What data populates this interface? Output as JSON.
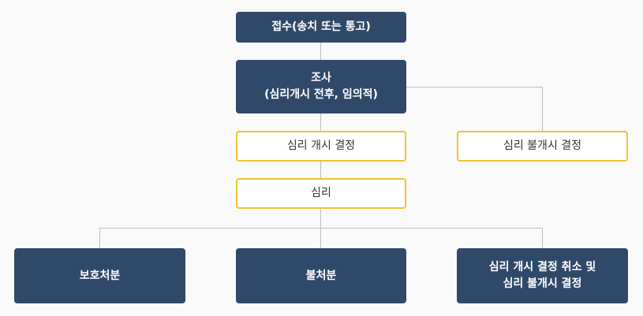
{
  "flowchart": {
    "receipt": "접수(송치 또는 통고)",
    "investigation": {
      "line1": "조사",
      "line2": "(심리개시 전후, 임의적)"
    },
    "hearing_commence": "심리 개시 결정",
    "hearing_not_commence": "심리 불개시 결정",
    "hearing": "심리",
    "protective_disposition": "보호처분",
    "no_disposition": "불처분",
    "cancel": {
      "line1": "심리 개시 결정 취소 및",
      "line2": "심리 불개시 결정"
    }
  },
  "colors": {
    "dark_box": "#2f4a69",
    "outline_border": "#f2c331",
    "connector": "#bdbdbd"
  }
}
